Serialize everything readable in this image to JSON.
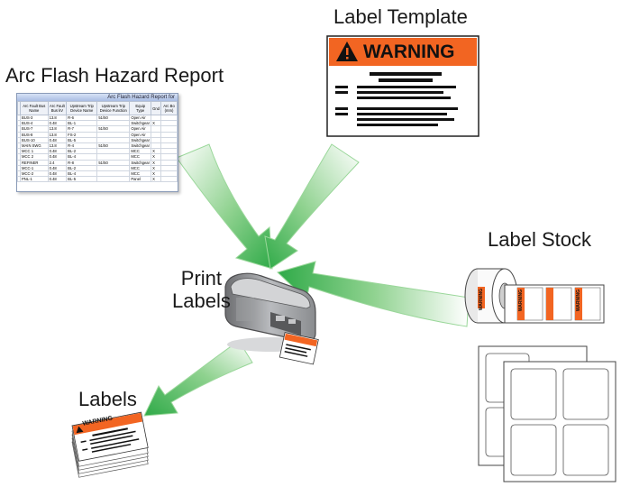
{
  "labels": {
    "template": "Label Template",
    "report": "Arc Flash Hazard Report",
    "print_line1": "Print",
    "print_line2": "Labels",
    "stock": "Label Stock",
    "output": "Labels"
  },
  "warning_text": "WARNING",
  "report_table": {
    "window_title": "Arc Flash Hazard Report for",
    "columns": [
      "",
      "Arc Fault Bus Name",
      "Arc Fault Bus kV",
      "Upstream Trip Device Name",
      "Upstream Trip Device Function",
      "Equip Type",
      "Gnd",
      "Arc Bo (mm)"
    ],
    "rows": [
      [
        "",
        "BUS-3",
        "13.8",
        "R-6",
        "51/50",
        "Open Air",
        "",
        ""
      ],
      [
        "",
        "BUS-4",
        "0.48",
        "BL-1",
        "",
        "Switchgear",
        "X",
        ""
      ],
      [
        "",
        "BUS-7",
        "13.8",
        "R-7",
        "51/50",
        "Open Air",
        "",
        ""
      ],
      [
        "",
        "BUS-8",
        "13.8",
        "FS-2",
        "",
        "Open Air",
        "",
        ""
      ],
      [
        "",
        "BUS-10",
        "0.48",
        "BL-5",
        "",
        "Switchgear",
        "",
        ""
      ],
      [
        "",
        "MAIN SWG",
        "13.8",
        "R-4",
        "51/50",
        "Switchgear",
        "",
        ""
      ],
      [
        "",
        "MCC 1",
        "0.48",
        "BL-2",
        "",
        "MCC",
        "X",
        ""
      ],
      [
        "",
        "MCC 2",
        "0.48",
        "BL-4",
        "",
        "MCC",
        "X",
        ""
      ],
      [
        "",
        "REFINER",
        "2.4",
        "R-8",
        "51/50",
        "Switchgear",
        "X",
        ""
      ],
      [
        "",
        "MCC-1",
        "0.48",
        "BL-2",
        "",
        "MCC",
        "X",
        ""
      ],
      [
        "",
        "MCC-2",
        "0.48",
        "BL-4",
        "",
        "MCC",
        "X",
        ""
      ],
      [
        "",
        "PNL-1",
        "0.48",
        "BL-5",
        "",
        "Panel",
        "X",
        ""
      ]
    ]
  },
  "colors": {
    "arrow": "#3fb54a",
    "warning_orange": "#f26522",
    "printer_body": "#a7a9ac",
    "report_border": "#8a9bb8"
  }
}
